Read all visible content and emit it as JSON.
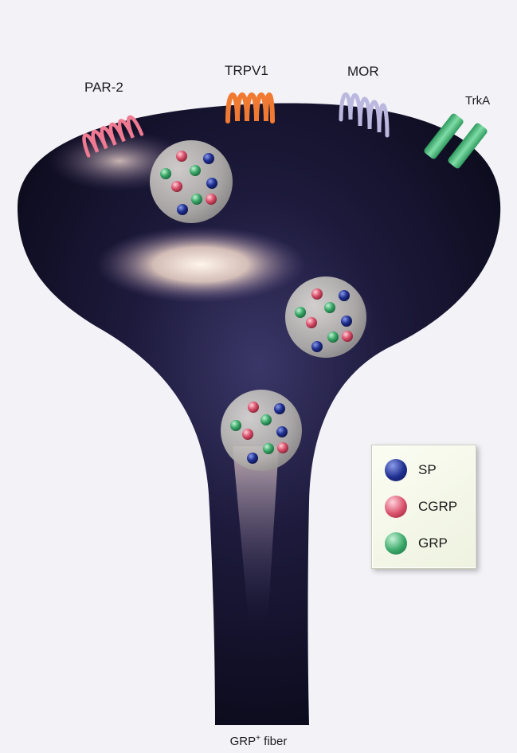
{
  "receptors": {
    "par2": "PAR-2",
    "trpv1": "TRPV1",
    "mor": "MOR",
    "trka": "TrkA"
  },
  "legend": {
    "items": [
      {
        "label": "SP",
        "color": "#1f2f8f"
      },
      {
        "label": "CGRP",
        "color": "#d9506a"
      },
      {
        "label": "GRP",
        "color": "#3aa868"
      }
    ]
  },
  "fiber_caption": {
    "prefix": "GRP",
    "superscript": "+",
    "suffix": " fiber"
  },
  "colors": {
    "terminal": "#14122a",
    "par2": "#f07a92",
    "trpv1": "#f07a32",
    "mor": "#bbb8df",
    "trka": "#4fbf7f",
    "vesicle": "#b8b6b4"
  }
}
